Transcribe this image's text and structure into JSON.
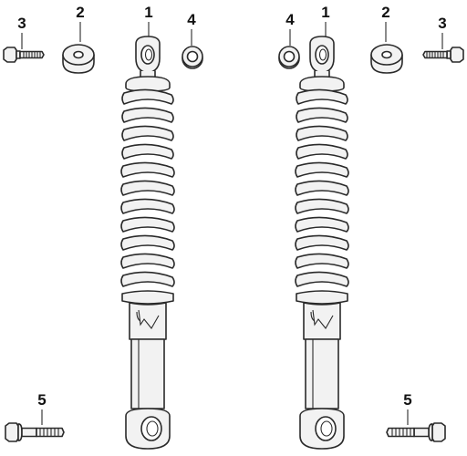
{
  "diagram": {
    "left_assembly": {
      "callouts": [
        "3",
        "2",
        "1",
        "4",
        "5"
      ]
    },
    "right_assembly": {
      "callouts": [
        "4",
        "1",
        "2",
        "3",
        "5"
      ]
    },
    "colors": {
      "part_fill": "#f2f2f2",
      "line": "#2a2a2a",
      "background": "#ffffff"
    }
  }
}
